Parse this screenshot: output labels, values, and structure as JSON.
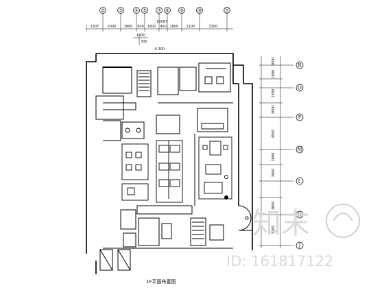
{
  "top_axis_labels": [
    "②",
    "③",
    "④",
    "⑤",
    "⑦",
    "⑧",
    "⑨",
    "⑩",
    "⑪"
  ],
  "top_dimensions": [
    "1307",
    "2000",
    "1800",
    "900",
    "1800",
    "900",
    "1800",
    "2100",
    "3300"
  ],
  "top_overall_dimension": "16087",
  "top_sub_dimensions": [
    "1800",
    "300"
  ],
  "level_mark": "-0.300",
  "right_axis_labels": [
    "R",
    "Q",
    "P",
    "M",
    "L",
    "K",
    "J"
  ],
  "right_dimensions": [
    "3000",
    "1800",
    "2300",
    "3000",
    "4500",
    "3800",
    "3000",
    "3800",
    "3000"
  ],
  "drawing_title": "1F平面布置图",
  "watermark_brand": "知末",
  "watermark_id": "ID: 161817122"
}
